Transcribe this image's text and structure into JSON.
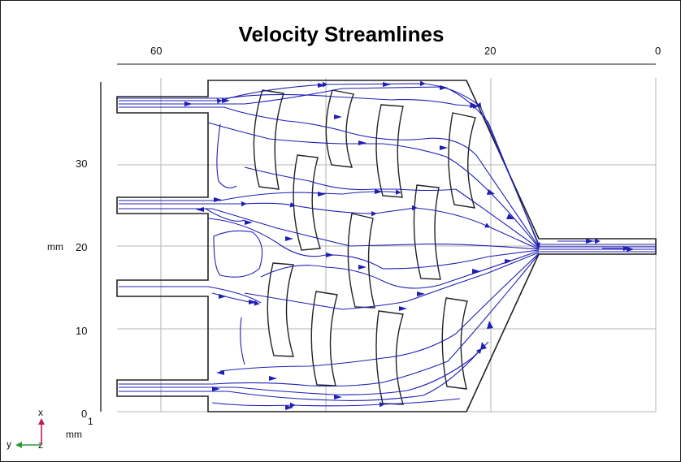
{
  "title": "Velocity Streamlines",
  "x_axis": {
    "ticks": [
      "60",
      "20",
      "0"
    ]
  },
  "y_axis": {
    "unit": "mm",
    "ticks": [
      "30",
      "20",
      "10",
      "0"
    ]
  },
  "triad": {
    "x": "x",
    "y": "y",
    "z": "z",
    "scale": "1",
    "unit": "mm"
  },
  "colors": {
    "streamline": "#1f1fb4",
    "geometry": "#222222",
    "grid": "#b5b5b5",
    "triad_x": "#c0185a",
    "triad_y": "#2a9a3a"
  }
}
